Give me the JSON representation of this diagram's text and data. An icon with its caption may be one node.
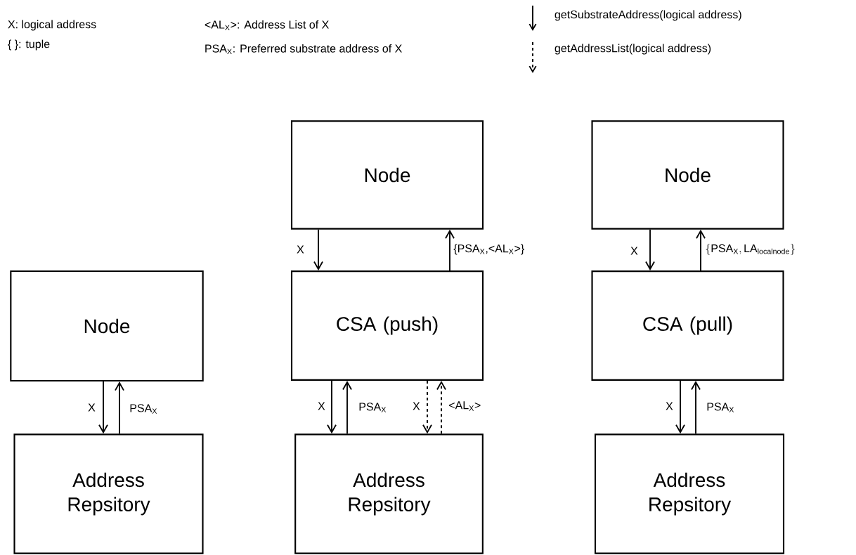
{
  "diagram": {
    "nodes": [
      {
        "text": [
          "Node"
        ]
      },
      {
        "text": [
          "Address Repsitory"
        ]
      },
      {
        "text": [
          "Node"
        ]
      },
      {
        "text": [
          "CSA (push)"
        ]
      },
      {
        "text": [
          "Address Repsitory"
        ]
      },
      {
        "text": [
          "Node"
        ]
      },
      {
        "text": [
          "CSA (pull)"
        ]
      },
      {
        "text": [
          "Address Repsitory"
        ]
      }
    ],
    "edges": [
      {
        "from": 0,
        "to": 1,
        "arrow": "to",
        "label": "X"
      },
      {
        "from": 1,
        "to": 0,
        "arrow": "to",
        "label": "PSA$_{X}$"
      },
      {
        "from": 2,
        "to": 3,
        "arrow": "to",
        "label": "X"
      },
      {
        "from": 3,
        "to": 2,
        "arrow": "to",
        "label": "{PSA$_{X}$,<AL$_{X}$>}"
      },
      {
        "from": 3,
        "to": 4,
        "arrow": "to",
        "label": "X"
      },
      {
        "from": 4,
        "to": 3,
        "arrow": "to",
        "label": "PSA$_{X}$"
      },
      {
        "from": 3,
        "to": 4,
        "arrow": "to",
        "label": "X",
        "style": "dashed"
      },
      {
        "from": 4,
        "to": 3,
        "arrow": "to",
        "label": "<AL$_{X}$>",
        "style": "dashed"
      },
      {
        "from": 5,
        "to": 6,
        "arrow": "to",
        "label": "X"
      },
      {
        "from": 6,
        "to": 5,
        "arrow": "to",
        "label": "\\{\\mathrm{PSA}_{\\mathrm{X}},\\mathrm{LA}_{\\mathrm{localnode}}\\}"
      },
      {
        "from": 6,
        "to": 7,
        "arrow": "to",
        "label": "X"
      },
      {
        "from": 7,
        "to": 6,
        "arrow": "to",
        "label": "PSA$_{X}$"
      }
    ],
    "labels": [
      "X: logical address",
      "<AL$_{X}$>: Address List of X",
      "{ }: tuple",
      "PSA$_{X}$: Preferred substrate address of X"
    ],
    "legend": [
      {
        "text": "getSubstrateAddress(logical address)"
      },
      {
        "text": "getAddressList(logical address)"
      }
    ]
  }
}
